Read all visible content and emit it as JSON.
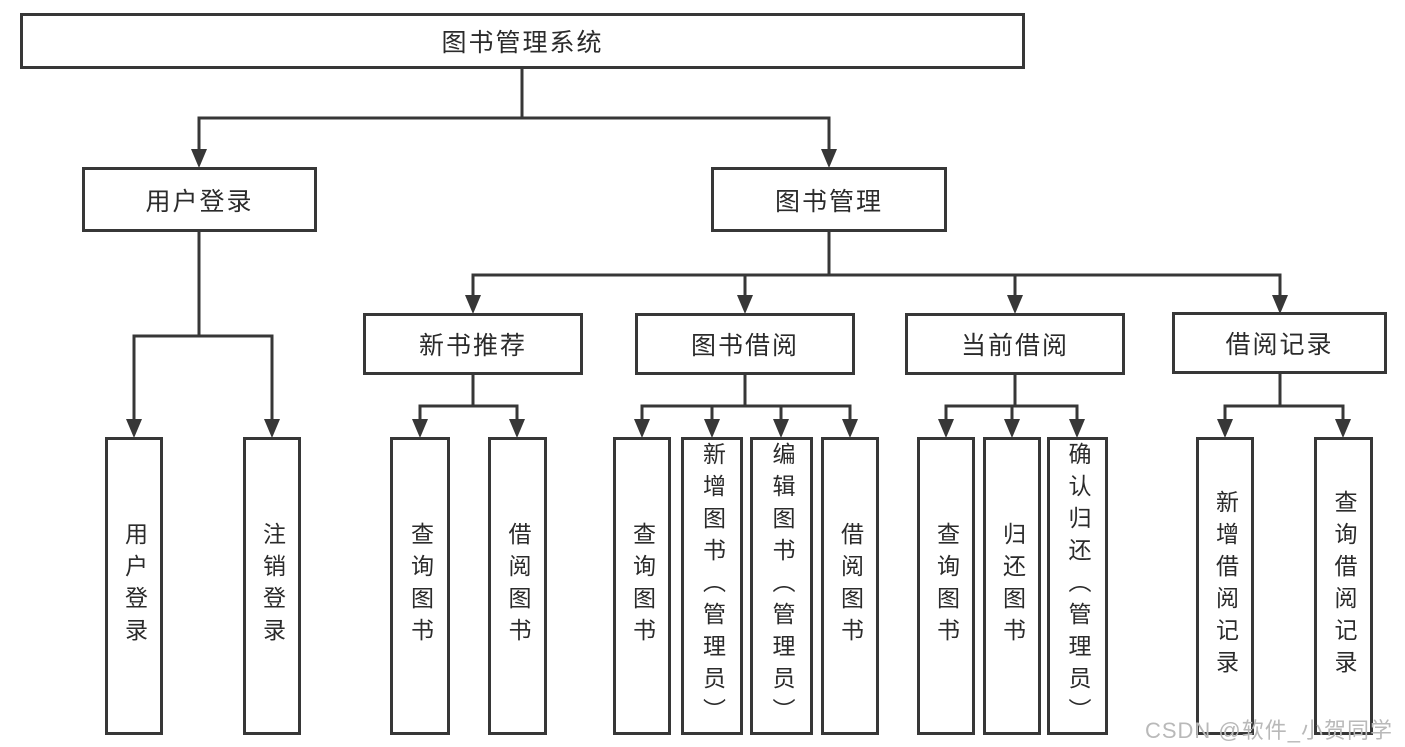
{
  "diagram_title": "图书管理系统",
  "nodes": {
    "root": {
      "label": "图书管理系统"
    },
    "user_login": {
      "label": "用户登录"
    },
    "book_mgmt": {
      "label": "图书管理"
    },
    "new_book_rec": {
      "label": "新书推荐"
    },
    "book_borrow": {
      "label": "图书借阅"
    },
    "current_borrow": {
      "label": "当前借阅"
    },
    "borrow_records": {
      "label": "借阅记录"
    },
    "leaf_user_login": {
      "label": "用户登录"
    },
    "leaf_logout": {
      "label": "注销登录"
    },
    "leaf_nbr_query_book": {
      "label": "查询图书"
    },
    "leaf_nbr_borrow_book": {
      "label": "借阅图书"
    },
    "leaf_bb_query_book": {
      "label": "查询图书"
    },
    "leaf_bb_add_book": {
      "label": "新增图书（管理员）"
    },
    "leaf_bb_edit_book": {
      "label": "编辑图书（管理员）"
    },
    "leaf_bb_borrow_book": {
      "label": "借阅图书"
    },
    "leaf_cb_query_book": {
      "label": "查询图书"
    },
    "leaf_cb_return_book": {
      "label": "归还图书"
    },
    "leaf_cb_confirm_return": {
      "label": "确认归还（管理员）"
    },
    "leaf_br_add_record": {
      "label": "新增借阅记录"
    },
    "leaf_br_query_record": {
      "label": "查询借阅记录"
    }
  },
  "hierarchy": {
    "图书管理系统": {
      "用户登录": [
        "用户登录",
        "注销登录"
      ],
      "图书管理": {
        "新书推荐": [
          "查询图书",
          "借阅图书"
        ],
        "图书借阅": [
          "查询图书",
          "新增图书（管理员）",
          "编辑图书（管理员）",
          "借阅图书"
        ],
        "当前借阅": [
          "查询图书",
          "归还图书",
          "确认归还（管理员）"
        ],
        "借阅记录": [
          "新增借阅记录",
          "查询借阅记录"
        ]
      }
    }
  },
  "watermark": {
    "text": "CSDN @软件_小贺同学"
  },
  "colors": {
    "line": "#373737",
    "text": "#2b2b2b",
    "watermark": "#b9b9b9",
    "background": "#ffffff"
  }
}
